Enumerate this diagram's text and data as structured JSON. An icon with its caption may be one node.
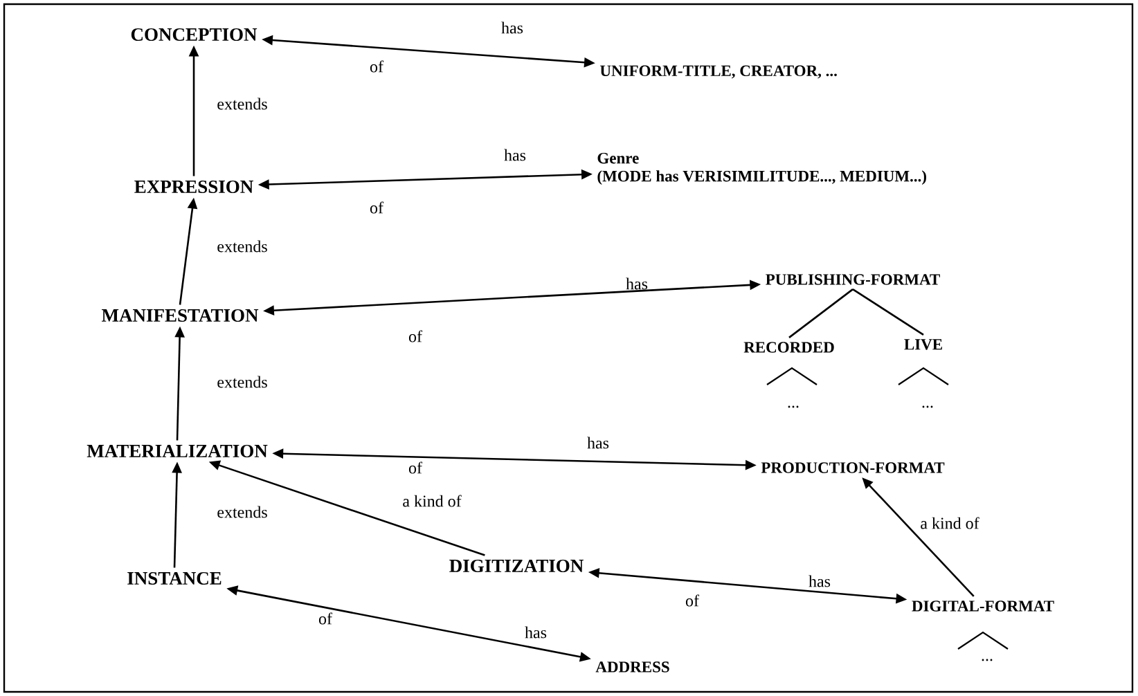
{
  "diagram": {
    "nodes": [
      {
        "text": [
          "CONCEPTION"
        ]
      },
      {
        "text": [
          "UNIFORM-TITLE, CREATOR, ..."
        ]
      },
      {
        "text": [
          "EXPRESSION"
        ]
      },
      {
        "text": [
          "Genre",
          "(MODE has VERISIMILITUDE..., MEDIUM...)"
        ]
      },
      {
        "text": [
          "MANIFESTATION"
        ]
      },
      {
        "text": [
          "PUBLISHING-FORMAT"
        ]
      },
      {
        "text": [
          "RECORDED"
        ]
      },
      {
        "text": [
          "LIVE"
        ]
      },
      {
        "text": [
          "MATERIALIZATION"
        ]
      },
      {
        "text": [
          "PRODUCTION-FORMAT"
        ]
      },
      {
        "text": [
          "INSTANCE"
        ]
      },
      {
        "text": [
          "DIGITIZATION"
        ]
      },
      {
        "text": [
          "DIGITAL-FORMAT"
        ]
      },
      {
        "text": [
          "ADDRESS"
        ]
      }
    ],
    "edges": [
      {
        "from": 2,
        "to": 0,
        "arrow": "to",
        "label": "extends"
      },
      {
        "from": 0,
        "to": 1,
        "arrow": "both",
        "label": "has"
      },
      {
        "from": 4,
        "to": 2,
        "arrow": "to",
        "label": "extends"
      },
      {
        "from": 2,
        "to": 3,
        "arrow": "both",
        "label": "has"
      },
      {
        "from": 8,
        "to": 4,
        "arrow": "to",
        "label": "extends"
      },
      {
        "from": 4,
        "to": 5,
        "arrow": "both",
        "label": "has"
      },
      {
        "from": 5,
        "to": 6,
        "arrow": "none"
      },
      {
        "from": 5,
        "to": 7,
        "arrow": "none"
      },
      {
        "from": 10,
        "to": 8,
        "arrow": "to",
        "label": "extends"
      },
      {
        "from": 8,
        "to": 9,
        "arrow": "both",
        "label": "has"
      },
      {
        "from": 11,
        "to": 8,
        "arrow": "to",
        "label": "a kind of"
      },
      {
        "from": 12,
        "to": 9,
        "arrow": "to",
        "label": "a kind of"
      },
      {
        "from": 11,
        "to": 12,
        "arrow": "both",
        "label": "has"
      },
      {
        "from": 10,
        "to": 13,
        "arrow": "both",
        "label": "has"
      }
    ],
    "labels": [
      "of",
      "of",
      "of",
      "...",
      "...",
      "of",
      "of",
      "of",
      "..."
    ]
  }
}
